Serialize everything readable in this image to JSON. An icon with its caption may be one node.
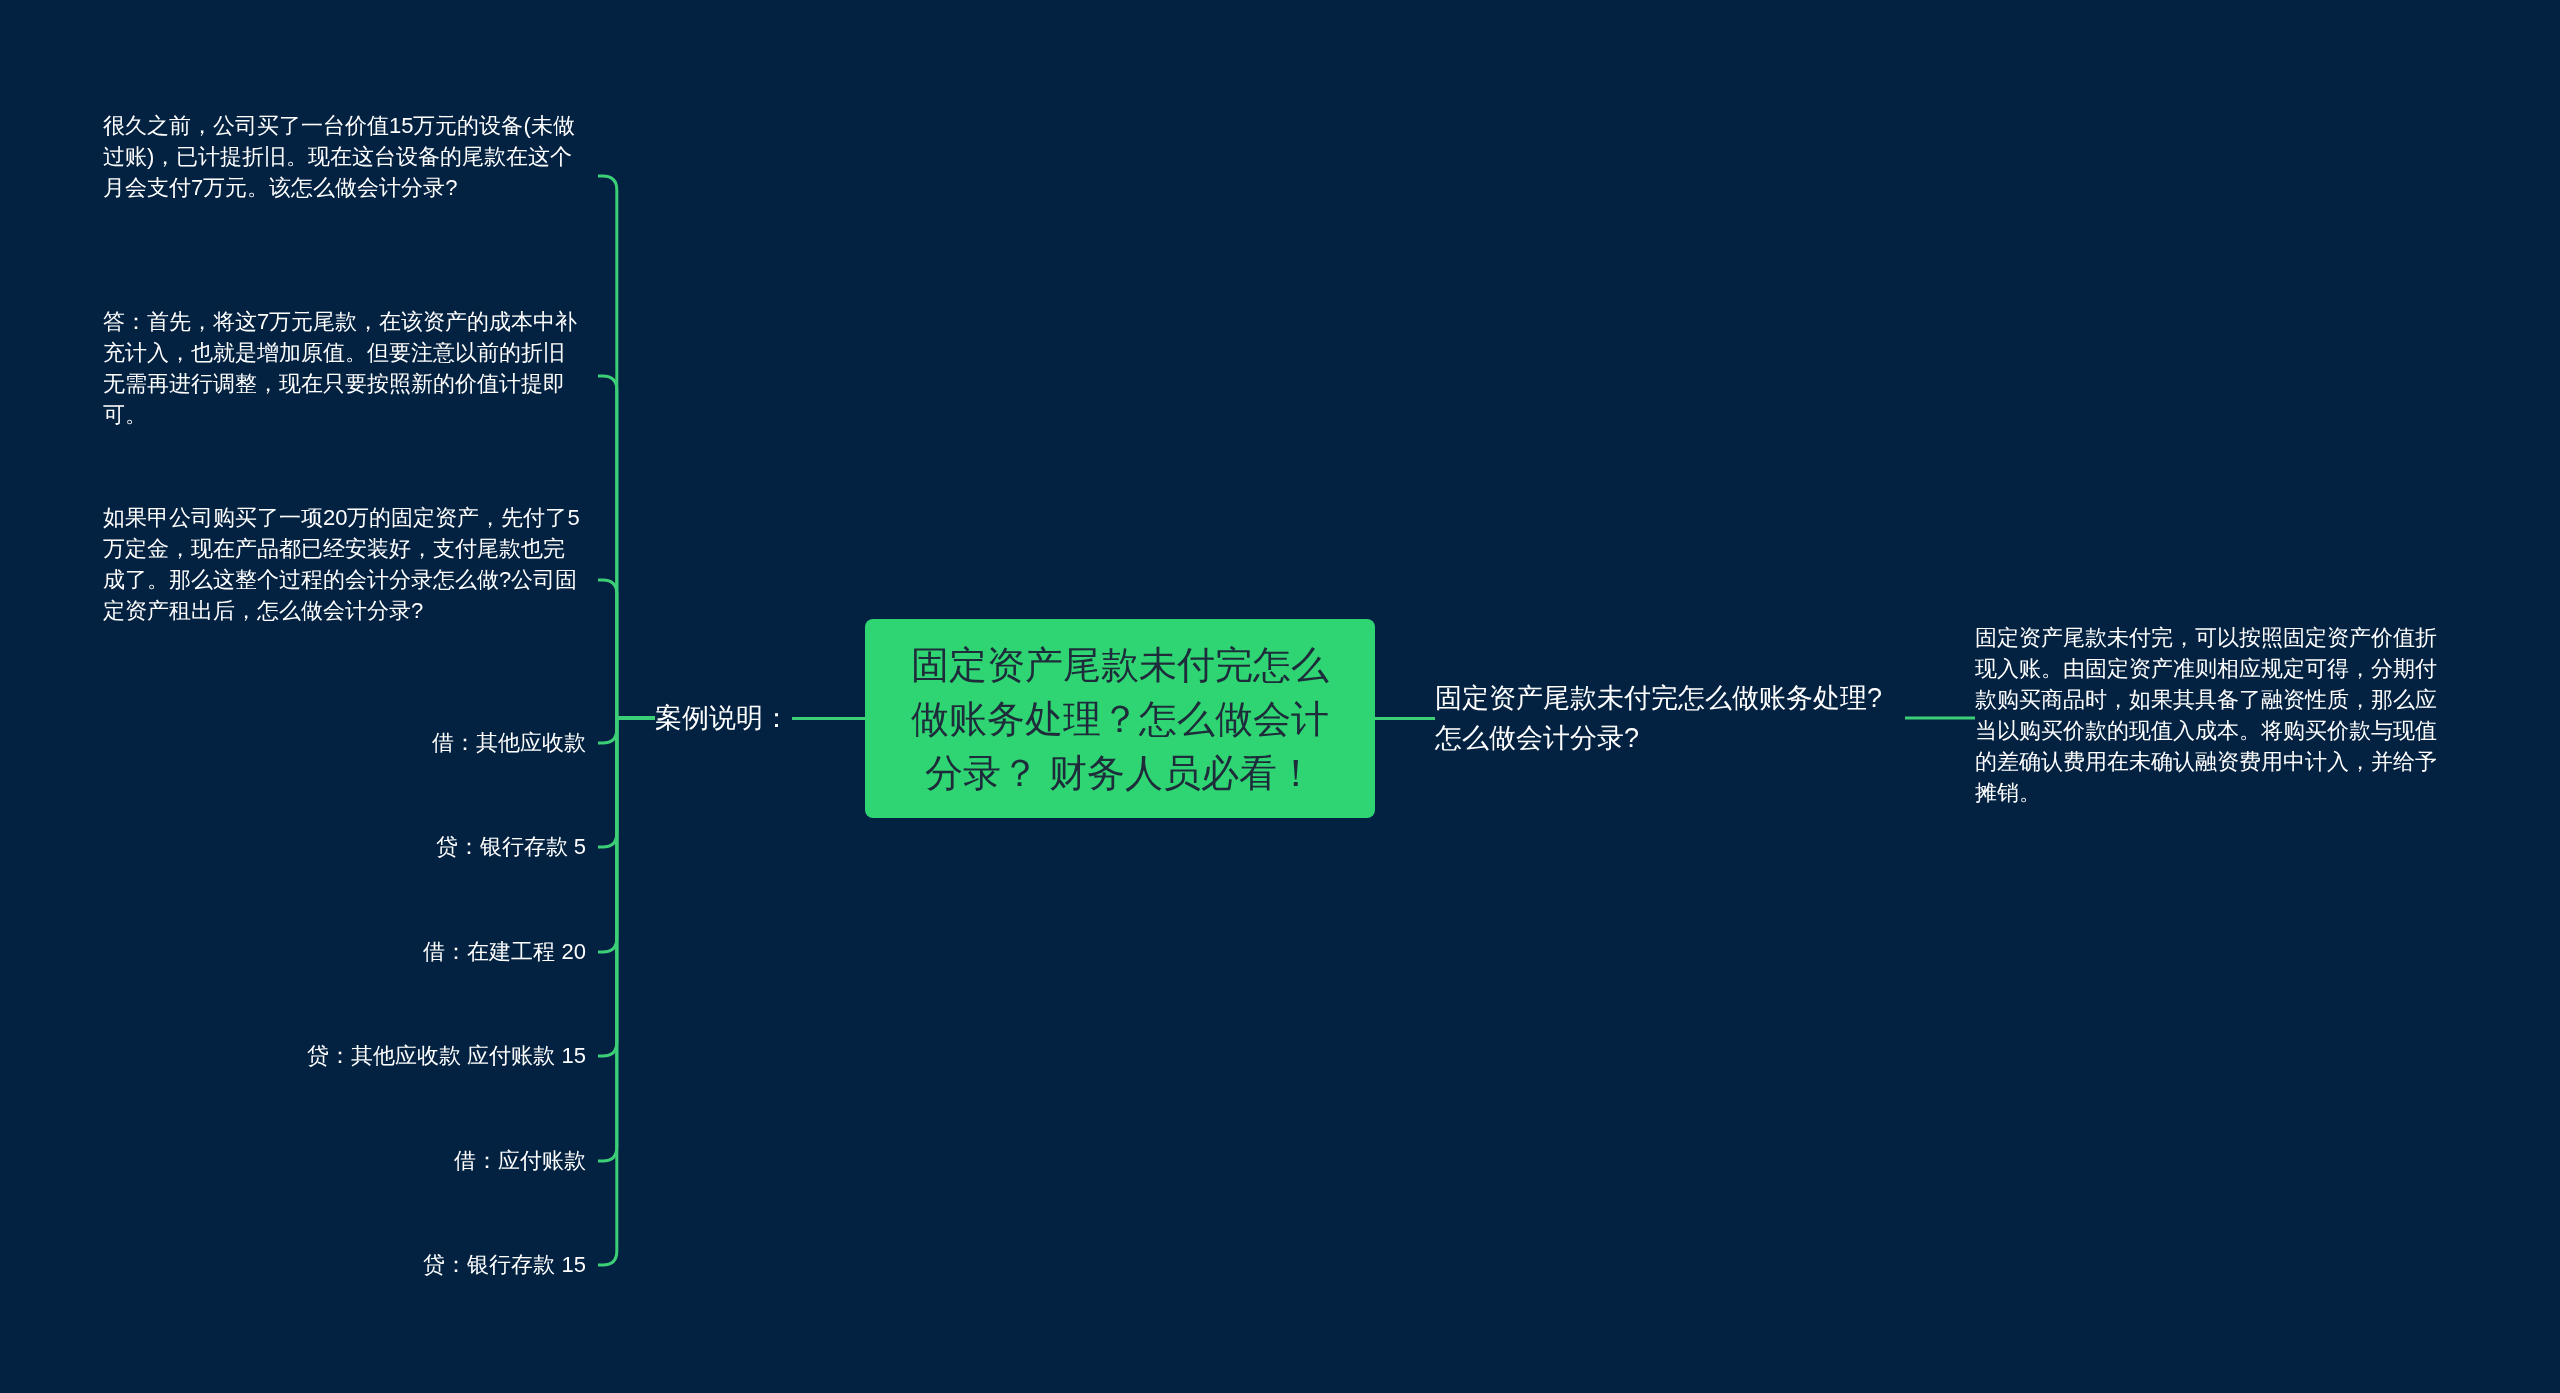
{
  "diagram": {
    "nodes": [
      {
        "text": [
          "固定资产尾款未付完怎么做账务处理？怎么做会计分录？ 财务人员必看！"
        ]
      },
      {
        "text": [
          "案例说明："
        ]
      },
      {
        "text": [
          "固定资产尾款未付完怎么做账务处理?怎么做会计分录?"
        ]
      },
      {
        "text": [
          "固定资产尾款未付完，可以按照固定资产价值折现入账。由固定资产准则相应规定可得，分期付款购买商品时，如果其具备了融资性质，那么应当以购买价款的现值入成本。将购买价款与现值的差确认费用在未确认融资费用中计入，并给予摊销。"
        ]
      },
      {
        "text": [
          "很久之前，公司买了一台价值15万元的设备(未做过账)，已计提折旧。现在这台设备的尾款在这个月会支付7万元。该怎么做会计分录?"
        ]
      },
      {
        "text": [
          "答：首先，将这7万元尾款，在该资产的成本中补充计入，也就是增加原值。但要注意以前的折旧无需再进行调整，现在只要按照新的价值计提即可。"
        ]
      },
      {
        "text": [
          "如果甲公司购买了一项20万的固定资产，先付了5万定金，现在产品都已经安装好，支付尾款也完成了。那么这整个过程的会计分录怎么做?公司固定资产租出后，怎么做会计分录?"
        ]
      },
      {
        "text": [
          "借：其他应收款"
        ]
      },
      {
        "text": [
          "贷：银行存款 5"
        ]
      },
      {
        "text": [
          "借：在建工程 20"
        ]
      },
      {
        "text": [
          "贷：其他应收款 应付账款 15"
        ]
      },
      {
        "text": [
          "借：应付账款"
        ]
      },
      {
        "text": [
          "贷：银行存款 15"
        ]
      }
    ],
    "edges": [
      {
        "from": 0,
        "to": 1,
        "arrow": "none"
      },
      {
        "from": 0,
        "to": 2,
        "arrow": "none"
      },
      {
        "from": 2,
        "to": 3,
        "arrow": "none"
      },
      {
        "from": 1,
        "to": 4,
        "arrow": "none"
      },
      {
        "from": 1,
        "to": 5,
        "arrow": "none"
      },
      {
        "from": 1,
        "to": 6,
        "arrow": "none"
      },
      {
        "from": 1,
        "to": 7,
        "arrow": "none"
      },
      {
        "from": 1,
        "to": 8,
        "arrow": "none"
      },
      {
        "from": 1,
        "to": 9,
        "arrow": "none"
      },
      {
        "from": 1,
        "to": 10,
        "arrow": "none"
      },
      {
        "from": 1,
        "to": 11,
        "arrow": "none"
      },
      {
        "from": 1,
        "to": 12,
        "arrow": "none"
      }
    ]
  }
}
